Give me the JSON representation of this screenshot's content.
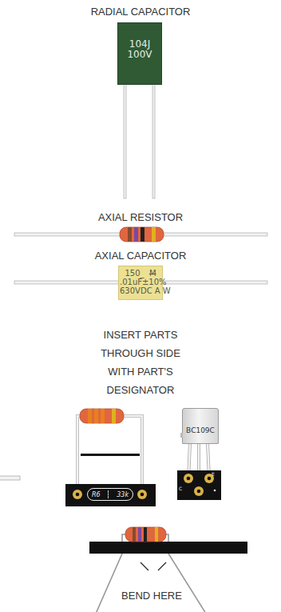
{
  "diagram": {
    "nodes": [
      {
        "text": [
          "104J 100V"
        ]
      },
      {
        "text": [
          "150_",
          "M",
          ".01uF±10%",
          "630VDC A W"
        ]
      },
      {
        "text": [
          "BC109C"
        ]
      },
      {
        "text": [
          "R6",
          "33k"
        ]
      },
      {
        "text": [
          "C",
          "E"
        ]
      }
    ],
    "labels": [
      "RADIAL CAPACITOR",
      "AXIAL RESISTOR",
      "AXIAL CAPACITOR",
      "INSERT PARTS THROUGH SIDE WITH PART'S DESIGNATOR",
      "BEND HERE"
    ]
  }
}
